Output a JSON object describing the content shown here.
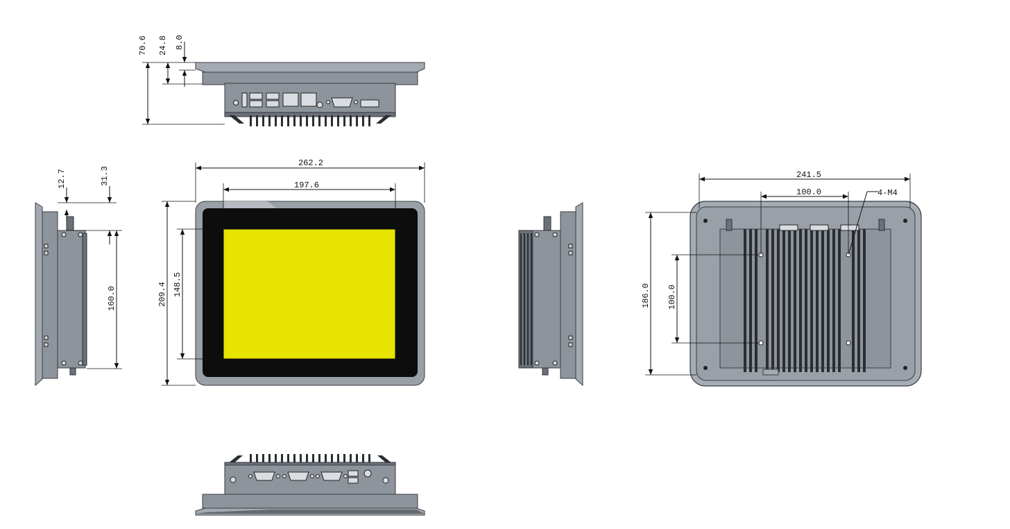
{
  "colors": {
    "housing": "#8e949c",
    "housing_light": "#a4aab2",
    "bezel": "#0d0d0d",
    "display_area": "#e6e400",
    "fins": "#2a2d31",
    "dimension_lines": "#111111"
  },
  "views": {
    "top_view": {
      "dims": {
        "total": "70.6",
        "mid": "24.8",
        "front": "8.0"
      }
    },
    "left_side_view": {
      "dims": {
        "top_offset": "12.7",
        "depth": "31.3",
        "height": "160.0"
      }
    },
    "front_view": {
      "dims": {
        "overall_width": "262.2",
        "display_width": "197.6",
        "overall_height": "209.4",
        "display_height": "148.5"
      }
    },
    "right_side_view": {},
    "rear_view": {
      "dims": {
        "hole_spacing_x_outer": "241.5",
        "vesa_width": "100.0",
        "hole_spacing_y_outer": "186.0",
        "vesa_height": "100.0"
      },
      "screw_label": "4-M4"
    },
    "bottom_view": {}
  }
}
